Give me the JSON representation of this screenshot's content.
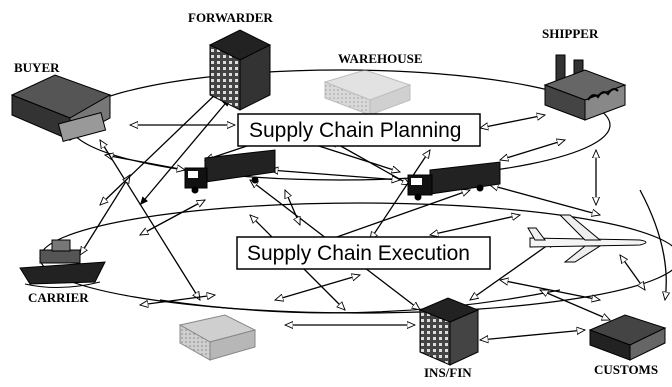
{
  "diagram": {
    "planning_label": "Supply Chain Planning",
    "execution_label": "Supply Chain Execution",
    "nodes": {
      "forwarder": "FORWARDER",
      "warehouse": "WAREHOUSE",
      "shipper": "SHIPPER",
      "buyer": "BUYER",
      "carrier": "CARRIER",
      "ins_fin": "INS/FIN",
      "customs": "CUSTOMS"
    }
  }
}
